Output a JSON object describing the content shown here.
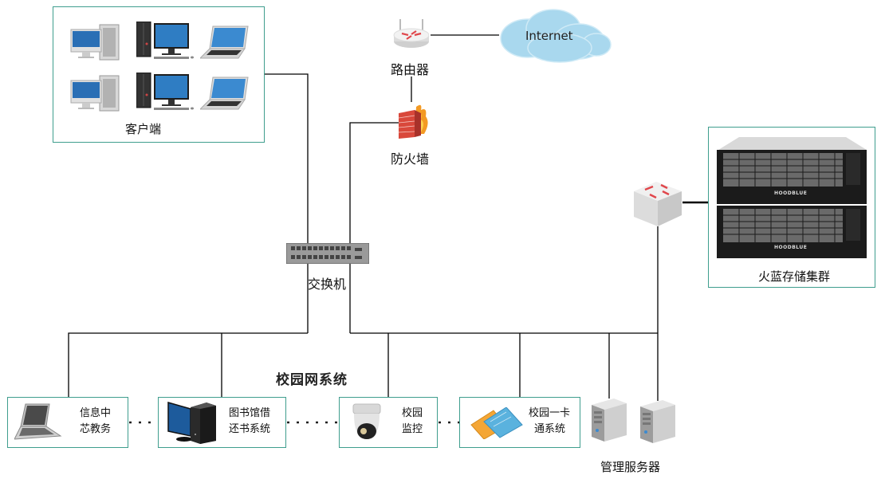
{
  "diagram": {
    "title": "校园网系统",
    "nodes": {
      "clients": {
        "label": "客户端",
        "icons": [
          "imac-with-tower",
          "desktop-tower-monitor",
          "laptop",
          "imac-with-tower",
          "desktop-tower-monitor",
          "laptop"
        ]
      },
      "router": {
        "label": "路由器"
      },
      "internet": {
        "label": "Internet"
      },
      "firewall": {
        "label": "防火墙"
      },
      "core_switch": {
        "label": "交换机"
      },
      "storage_switch": {
        "label": ""
      },
      "storage_cluster": {
        "label": "火蓝存储集群",
        "brand": "HOODBLUE"
      },
      "subsystems": [
        {
          "id": "academic",
          "label_line1": "信息中",
          "label_line2": "芯教务",
          "icon": "laptop"
        },
        {
          "id": "library",
          "label_line1": "图书馆借",
          "label_line2": "还书系统",
          "icon": "desktop"
        },
        {
          "id": "surveillance",
          "label_line1": "校园",
          "label_line2": "监控",
          "icon": "dome-camera"
        },
        {
          "id": "campus_card",
          "label_line1": "校园一卡",
          "label_line2": "通系统",
          "icon": "cards"
        }
      ],
      "management_servers": {
        "label": "管理服务器",
        "count": 2
      }
    },
    "colors": {
      "box_border": "#3f9e8e",
      "wire": "#000000",
      "cloud": "#a9d8ee",
      "arrow_red": "#e0474c"
    }
  }
}
